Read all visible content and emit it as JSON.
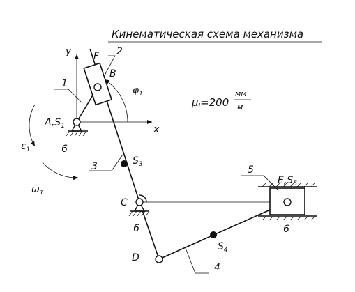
{
  "title": "Кинематическая схема механизма",
  "scale": {
    "mu": "μ",
    "sub": "l",
    "eq": "=200",
    "num": "мм",
    "den": "м"
  },
  "axes": {
    "x": "x",
    "y": "y"
  },
  "points": {
    "A": "A,S",
    "A_sub": "1",
    "B": "B",
    "C": "C",
    "D": "D",
    "E": "E,S",
    "E_sub": "5",
    "F": "F",
    "S3": "S",
    "S3_sub": "3",
    "S4": "S",
    "S4_sub": "4"
  },
  "links": {
    "l1": "1",
    "l2": "2",
    "l3": "3",
    "l4": "4",
    "l5": "5"
  },
  "frames": {
    "f6a": "6",
    "f6c": "6",
    "f6e": "6"
  },
  "kinematics": {
    "phi": "φ",
    "phi_sub": "1",
    "eps": "ε",
    "eps_sub": "1",
    "omega": "ω",
    "omega_sub": "1"
  }
}
